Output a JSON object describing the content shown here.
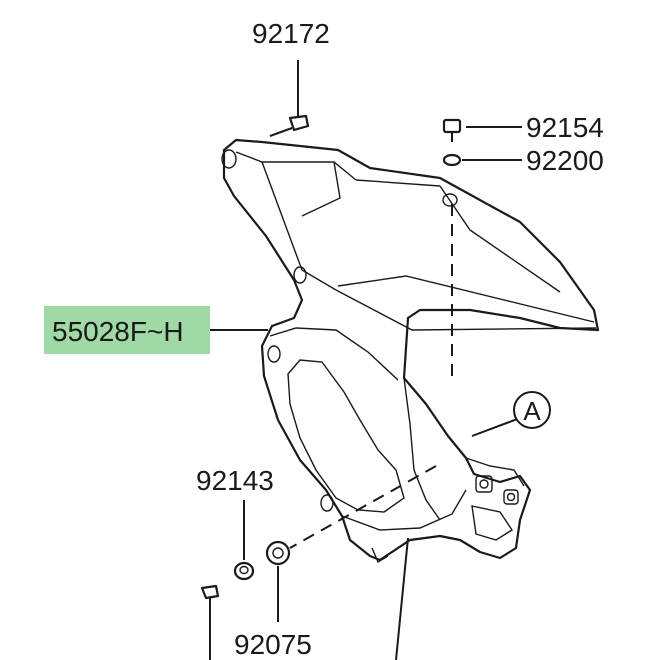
{
  "labels": {
    "p92172": "92172",
    "p92154": "92154",
    "p92200": "92200",
    "p55028": "55028F~H",
    "p92143": "92143",
    "p92075": "92075",
    "ref_a": "A"
  },
  "highlight_color": "#9fd9a6"
}
